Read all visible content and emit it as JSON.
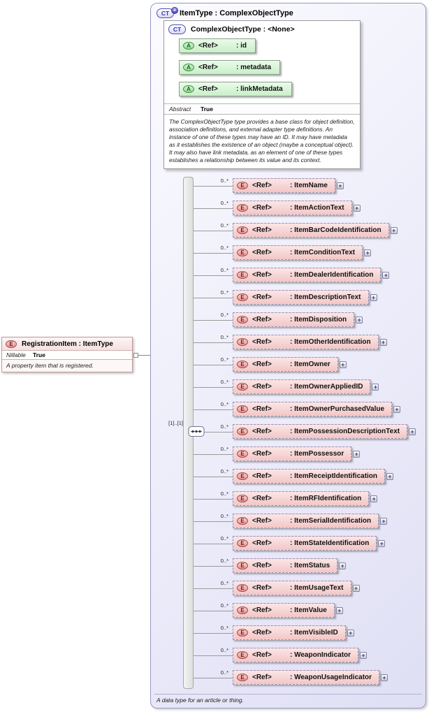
{
  "colors": {
    "outer_border": "#9898c8",
    "outer_fill": "#ececfa",
    "element_fill": "#f3c6c6",
    "attribute_fill": "#c9efc9",
    "icon_blue": "#3838a8",
    "icon_red": "#a04848",
    "icon_green": "#3f8f3f"
  },
  "main": {
    "icon": "CT",
    "plus_badge": "+",
    "title": "ItemType : ComplexObjectType",
    "annotation": "A data type for an article or thing."
  },
  "base": {
    "icon": "CT",
    "title": "ComplexObjectType : <None>",
    "attributes": [
      {
        "icon": "A",
        "ref": "<Ref>",
        "name": ": id"
      },
      {
        "icon": "A",
        "ref": "<Ref>",
        "name": ": metadata"
      },
      {
        "icon": "A",
        "ref": "<Ref>",
        "name": ": linkMetadata"
      }
    ],
    "facet_label": "Abstract",
    "facet_value": "True",
    "documentation": "The ComplexObjectType type provides a base class for object definition, association definitions, and external adapter type definitions. An instance of one of these types may have an ID. It may have metadata as it establishes the existence of an object (maybe a conceptual object). It may also have link metadata, as an element of one of these types establishes a relationship between its value and its context."
  },
  "source": {
    "icon": "E",
    "title": "RegistrationItem : ItemType",
    "facet_label": "Nillable",
    "facet_value": "True",
    "documentation": "A property item that is registered."
  },
  "sequence": {
    "cardinality": "[1]..[1]",
    "element_icon": "E",
    "expand_symbol": "+",
    "elements": [
      {
        "cardinality": "0..*",
        "ref": "<Ref>",
        "name": ": ItemName"
      },
      {
        "cardinality": "0..*",
        "ref": "<Ref>",
        "name": ": ItemActionText"
      },
      {
        "cardinality": "0..*",
        "ref": "<Ref>",
        "name": ": ItemBarCodeIdentification"
      },
      {
        "cardinality": "0..*",
        "ref": "<Ref>",
        "name": ": ItemConditionText"
      },
      {
        "cardinality": "0..*",
        "ref": "<Ref>",
        "name": ": ItemDealerIdentification"
      },
      {
        "cardinality": "0..*",
        "ref": "<Ref>",
        "name": ": ItemDescriptionText"
      },
      {
        "cardinality": "0..*",
        "ref": "<Ref>",
        "name": ": ItemDisposition"
      },
      {
        "cardinality": "0..*",
        "ref": "<Ref>",
        "name": ": ItemOtherIdentification"
      },
      {
        "cardinality": "0..*",
        "ref": "<Ref>",
        "name": ": ItemOwner"
      },
      {
        "cardinality": "0..*",
        "ref": "<Ref>",
        "name": ": ItemOwnerAppliedID"
      },
      {
        "cardinality": "0..*",
        "ref": "<Ref>",
        "name": ": ItemOwnerPurchasedValue"
      },
      {
        "cardinality": "0..*",
        "ref": "<Ref>",
        "name": ": ItemPossessionDescriptionText"
      },
      {
        "cardinality": "0..*",
        "ref": "<Ref>",
        "name": ": ItemPossessor"
      },
      {
        "cardinality": "0..*",
        "ref": "<Ref>",
        "name": ": ItemReceiptIdentification"
      },
      {
        "cardinality": "0..*",
        "ref": "<Ref>",
        "name": ": ItemRFIdentification"
      },
      {
        "cardinality": "0..*",
        "ref": "<Ref>",
        "name": ": ItemSerialIdentification"
      },
      {
        "cardinality": "0..*",
        "ref": "<Ref>",
        "name": ": ItemStateIdentification"
      },
      {
        "cardinality": "0..*",
        "ref": "<Ref>",
        "name": ": ItemStatus"
      },
      {
        "cardinality": "0..*",
        "ref": "<Ref>",
        "name": ": ItemUsageText"
      },
      {
        "cardinality": "0..*",
        "ref": "<Ref>",
        "name": ": ItemValue"
      },
      {
        "cardinality": "0..*",
        "ref": "<Ref>",
        "name": ": ItemVisibleID"
      },
      {
        "cardinality": "0..*",
        "ref": "<Ref>",
        "name": ": WeaponIndicator"
      },
      {
        "cardinality": "0..*",
        "ref": "<Ref>",
        "name": ": WeaponUsageIndicator"
      }
    ]
  }
}
